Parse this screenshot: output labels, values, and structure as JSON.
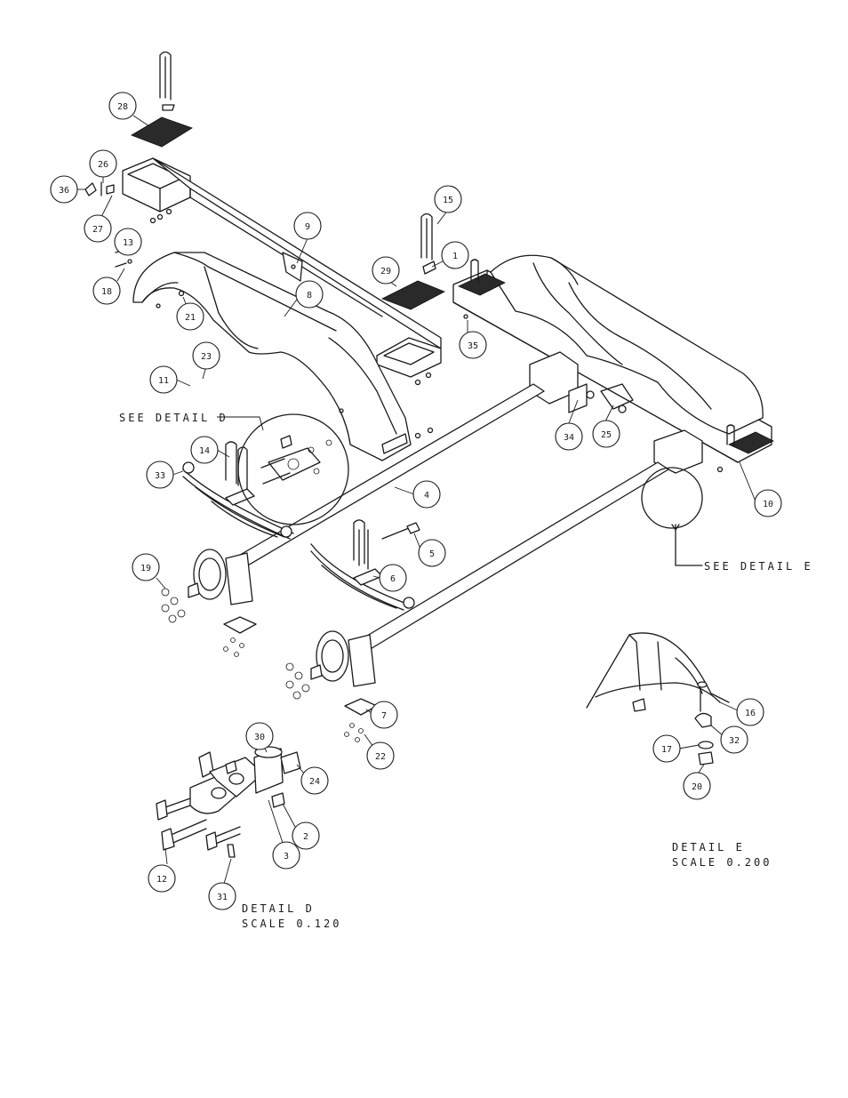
{
  "callouts": [
    {
      "id": "28",
      "text": "28"
    },
    {
      "id": "26",
      "text": "26"
    },
    {
      "id": "36",
      "text": "36"
    },
    {
      "id": "27",
      "text": "27"
    },
    {
      "id": "9",
      "text": "9"
    },
    {
      "id": "13",
      "text": "13"
    },
    {
      "id": "18",
      "text": "18"
    },
    {
      "id": "15",
      "text": "15"
    },
    {
      "id": "1",
      "text": "1"
    },
    {
      "id": "29",
      "text": "29"
    },
    {
      "id": "8",
      "text": "8"
    },
    {
      "id": "21",
      "text": "21"
    },
    {
      "id": "35",
      "text": "35"
    },
    {
      "id": "23",
      "text": "23"
    },
    {
      "id": "11",
      "text": "11"
    },
    {
      "id": "34",
      "text": "34"
    },
    {
      "id": "25",
      "text": "25"
    },
    {
      "id": "14",
      "text": "14"
    },
    {
      "id": "33",
      "text": "33"
    },
    {
      "id": "4",
      "text": "4"
    },
    {
      "id": "10",
      "text": "10"
    },
    {
      "id": "5",
      "text": "5"
    },
    {
      "id": "19",
      "text": "19"
    },
    {
      "id": "6",
      "text": "6"
    },
    {
      "id": "16",
      "text": "16"
    },
    {
      "id": "7",
      "text": "7"
    },
    {
      "id": "32",
      "text": "32"
    },
    {
      "id": "17",
      "text": "17"
    },
    {
      "id": "30",
      "text": "30"
    },
    {
      "id": "22",
      "text": "22"
    },
    {
      "id": "24",
      "text": "24"
    },
    {
      "id": "20",
      "text": "20"
    },
    {
      "id": "2",
      "text": "2"
    },
    {
      "id": "12",
      "text": "12"
    },
    {
      "id": "3",
      "text": "3"
    },
    {
      "id": "31",
      "text": "31"
    }
  ],
  "labels": {
    "see_detail_d": "SEE DETAIL  D",
    "see_detail_e": "SEE DETAIL  E",
    "detail_e_title": "DETAIL  E",
    "detail_e_scale": "SCALE  0.200",
    "detail_d_title": "DETAIL  D",
    "detail_d_scale": "SCALE  0.120"
  }
}
